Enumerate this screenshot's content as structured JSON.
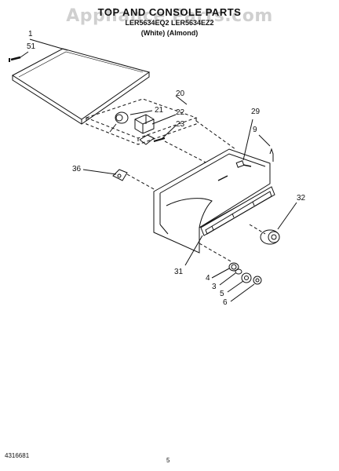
{
  "header": {
    "title": "TOP AND CONSOLE PARTS",
    "models": "LER5634EQ2  LER5634EZ2",
    "colors": "(White)   (Almond)",
    "watermark": "Appliance Parts.com"
  },
  "callouts": {
    "c1": "1",
    "c51": "51",
    "c20": "20",
    "c21": "21",
    "c22": "22",
    "c23": "23",
    "c29": "29",
    "c9": "9",
    "c36": "36",
    "c32": "32",
    "c31": "31",
    "c4": "4",
    "c3": "3",
    "c5": "5",
    "c6": "6"
  },
  "footer": {
    "part_number": "4316681",
    "page": "5"
  }
}
